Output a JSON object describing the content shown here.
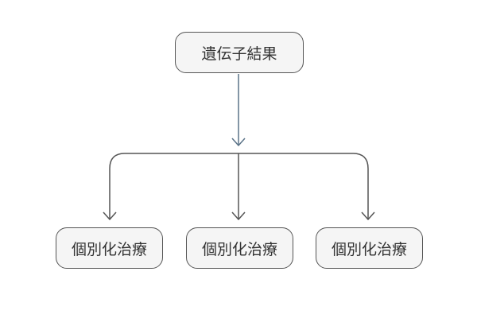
{
  "diagram": {
    "root": {
      "label": "遺伝子結果"
    },
    "children": [
      {
        "label": "個別化治療"
      },
      {
        "label": "個別化治療"
      },
      {
        "label": "個別化治療"
      }
    ]
  },
  "colors": {
    "root_connector": "#5b7388",
    "connector": "#555555",
    "node_border": "#555555",
    "node_fill": "#f5f5f5",
    "text": "#333333"
  }
}
